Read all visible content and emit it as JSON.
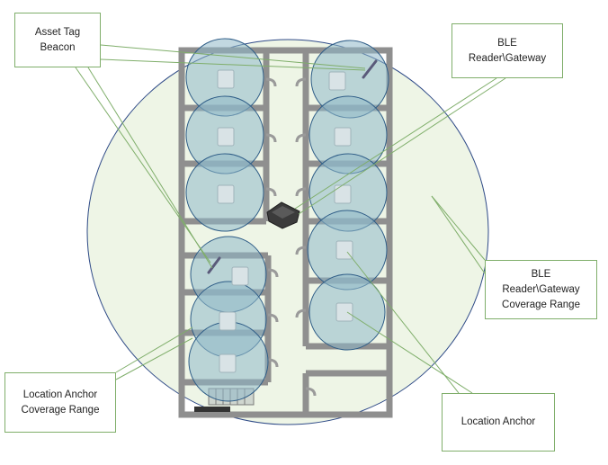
{
  "callouts": {
    "asset_tag_beacon": "Asset Tag\nBeacon",
    "ble_reader_gateway": "BLE\nReader\\Gateway",
    "ble_coverage_range": "BLE\nReader\\Gateway\nCoverage Range",
    "location_anchor_coverage_range": "Location Anchor\nCoverage Range",
    "location_anchor": "Location Anchor"
  },
  "colors": {
    "coverage_fill": "#eef5e6",
    "coverage_stroke": "#2e4a87",
    "anchor_circle_fill": "#8fb8c8",
    "anchor_circle_stroke": "#2f5d87",
    "wall": "#8a8a8a",
    "leader_line": "#7fae6a",
    "callout_border": "#7fae6a"
  },
  "icons": [
    "asset-tag-beacon-icon",
    "ble-gateway-icon",
    "location-anchor-icon"
  ]
}
